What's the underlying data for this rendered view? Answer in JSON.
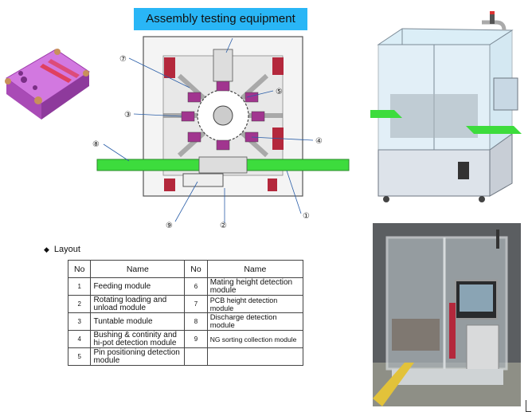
{
  "title": "Assembly testing equipment",
  "plan": {
    "callouts": [
      {
        "label": "⑦"
      },
      {
        "label": "⑤"
      },
      {
        "label": "③"
      },
      {
        "label": "④"
      },
      {
        "label": "⑧"
      },
      {
        "label": "⑨"
      },
      {
        "label": "②"
      },
      {
        "label": "①"
      }
    ]
  },
  "layout": {
    "heading": "Layout",
    "columns": {
      "no": "No",
      "name": "Name"
    },
    "rows": [
      {
        "no_a": "1",
        "name_a": "Feeding module",
        "no_b": "6",
        "name_b": "Mating height detection module"
      },
      {
        "no_a": "2",
        "name_a": "Rotating loading and unload module",
        "no_b": "7",
        "name_b": "PCB height detection module"
      },
      {
        "no_a": "3",
        "name_a": "Tuntable module",
        "no_b": "8",
        "name_b": "Discharge detection module"
      },
      {
        "no_a": "4",
        "name_a": "Bushing & continity and hi-pot detection module",
        "no_b": "9",
        "name_b": "NG sorting collection module"
      },
      {
        "no_a": "5",
        "name_a": "Pin positioning detection module",
        "no_b": "",
        "name_b": ""
      }
    ]
  },
  "colors": {
    "title_bg": "#29b6f6",
    "conveyor": "#3ddc3d",
    "part": "#c85ad6",
    "module": "#b4283c"
  }
}
